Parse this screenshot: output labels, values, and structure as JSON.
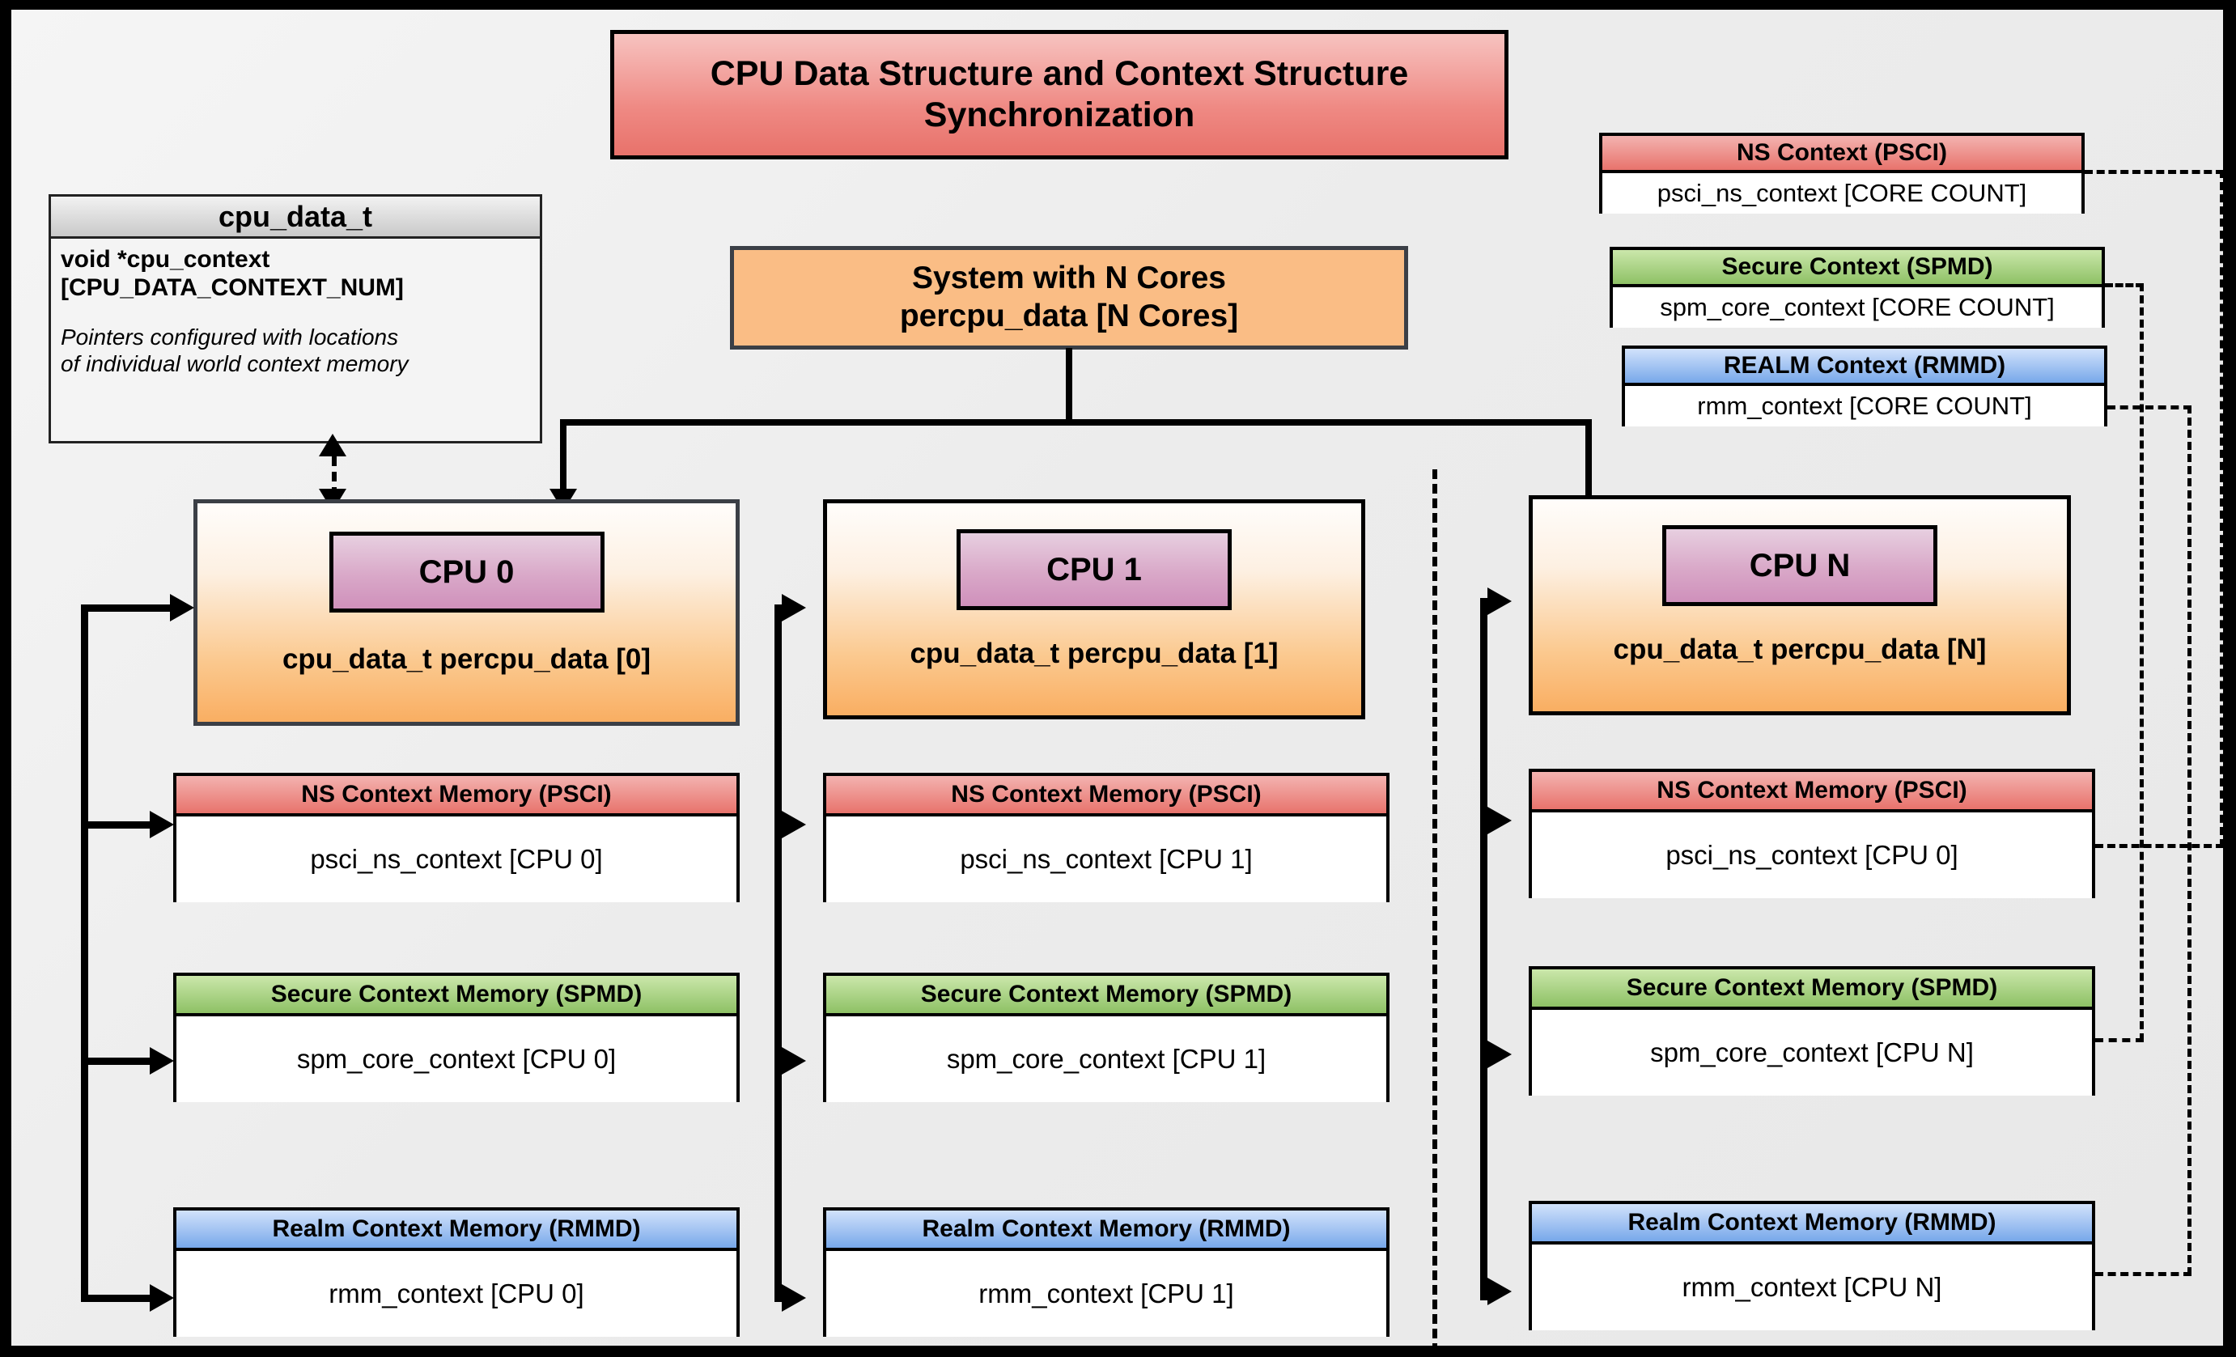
{
  "title": {
    "line1": "CPU Data Structure and Context Structure",
    "line2": "Synchronization"
  },
  "cpu_data_t": {
    "header": "cpu_data_t",
    "field": "void  *cpu_context [CPU_DATA_CONTEXT_NUM]",
    "field_line1": "void  *cpu_context",
    "field_line2": "[CPU_DATA_CONTEXT_NUM]",
    "note_line1": "Pointers configured with locations",
    "note_line2": "of individual world context memory"
  },
  "system_box": {
    "line1": "System with N Cores",
    "line2": "percpu_data [N Cores]"
  },
  "global_contexts": [
    {
      "id": "ns",
      "header": "NS Context  (PSCI)",
      "body": "psci_ns_context [CORE COUNT]",
      "color": "#e8736c"
    },
    {
      "id": "secure",
      "header": "Secure Context (SPMD)",
      "body": "spm_core_context [CORE COUNT]",
      "color": "#8ec165"
    },
    {
      "id": "realm",
      "header": "REALM Context (RMMD)",
      "body": "rmm_context [CORE COUNT]",
      "color": "#77a8ea"
    }
  ],
  "columns": [
    {
      "cpu_chip": "CPU 0",
      "cpu_label": "cpu_data_t percpu_data [0]",
      "contexts": [
        {
          "header": "NS Context Memory (PSCI)",
          "body": "psci_ns_context [CPU 0]"
        },
        {
          "header": "Secure Context Memory (SPMD)",
          "body": "spm_core_context [CPU 0]"
        },
        {
          "header": "Realm Context Memory (RMMD)",
          "body": "rmm_context [CPU 0]"
        }
      ]
    },
    {
      "cpu_chip": "CPU 1",
      "cpu_label": "cpu_data_t percpu_data [1]",
      "contexts": [
        {
          "header": "NS Context Memory (PSCI)",
          "body": "psci_ns_context [CPU 1]"
        },
        {
          "header": "Secure Context Memory (SPMD)",
          "body": "spm_core_context [CPU 1]"
        },
        {
          "header": "Realm Context Memory (RMMD)",
          "body": "rmm_context [CPU 1]"
        }
      ]
    },
    {
      "cpu_chip": "CPU N",
      "cpu_label": "cpu_data_t percpu_data [N]",
      "contexts": [
        {
          "header": "NS Context Memory (PSCI)",
          "body": "psci_ns_context [CPU 0]"
        },
        {
          "header": "Secure Context Memory (SPMD)",
          "body": "spm_core_context [CPU N]"
        },
        {
          "header": "Realm Context Memory (RMMD)",
          "body": "rmm_context [CPU N]"
        }
      ]
    }
  ],
  "colors": {
    "ns_red": "#e8736c",
    "secure_green": "#8ec165",
    "realm_blue": "#77a8ea",
    "cpu_orange": "#f9ae62",
    "cpu_chip_pink": "#cf90bb",
    "title_red": "#ef8a84",
    "background": "#ececec",
    "frame": "#000000"
  }
}
